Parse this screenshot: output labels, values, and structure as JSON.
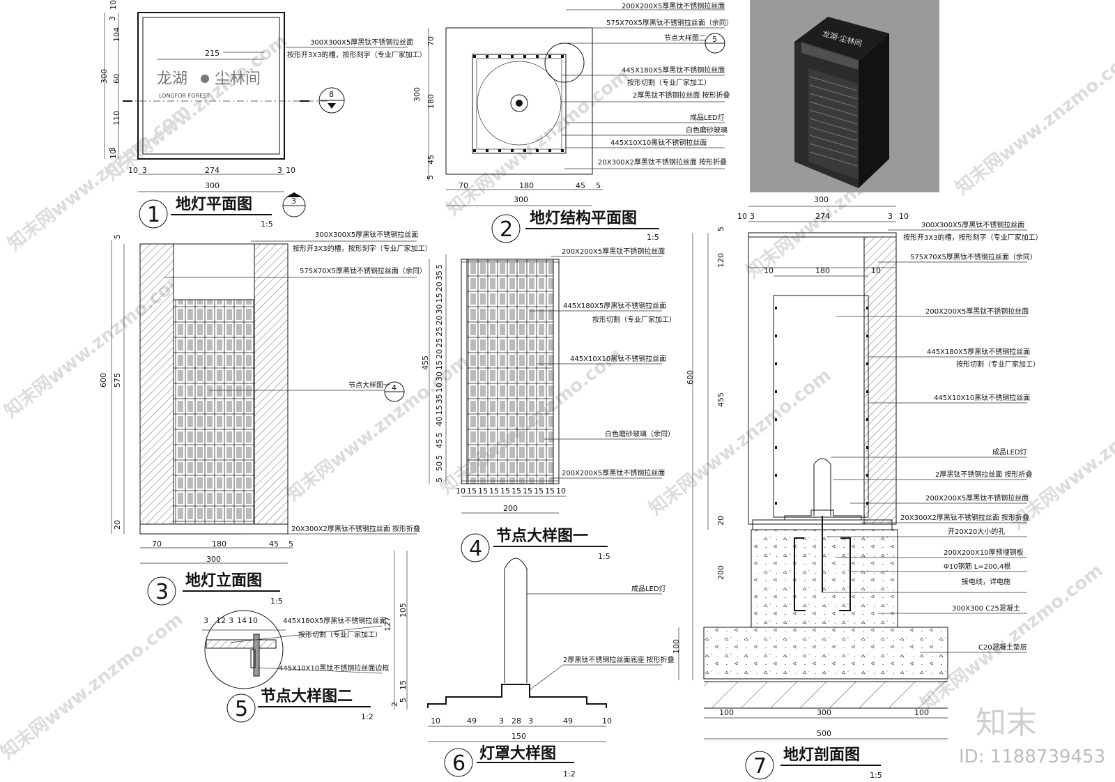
{
  "plan": {
    "dims": {
      "d10a": "10",
      "d3a": "3",
      "d104": "104",
      "d60": "60",
      "d110": "110",
      "d3b": "3",
      "d10b": "10",
      "d300v": "300",
      "d215": "215",
      "d274": "274",
      "d300h": "300",
      "d10l": "10",
      "d3l": "3",
      "d3r": "3",
      "d10r": "10"
    },
    "logo_cn_1": "龙湖",
    "logo_cn_2": "尘林间",
    "logo_en": "LONGFOR    FOREST",
    "note1": "300X300X5厚黑钛不锈钢拉丝面",
    "note2": "按形开3X3的槽，按形刻字（专业厂家加工）",
    "ref": "8",
    "title": "地灯平面图",
    "num": "1",
    "scale": "1:5",
    "ref3": "3"
  },
  "struct": {
    "dims": {
      "d70v": "70",
      "d180v": "180",
      "d45v": "45",
      "d5v": "5",
      "d300v": "300",
      "d70h": "70",
      "d180h": "180",
      "d45h": "45",
      "d5h": "5",
      "d300h": "300"
    },
    "notes": [
      "200X200X5厚黑钛不锈钢拉丝面",
      "575X70X5厚黑钛不锈钢拉丝面（余同）",
      "节点大样图二",
      "445X180X5厚黑钛不锈钢拉丝面",
      "按形切割（专业厂家加工）",
      "2厚黑钛不锈钢拉丝面 按形折叠",
      "成品LED灯",
      "白色磨砂玻璃",
      "445X10X10黑钛不锈钢拉丝面",
      "20X300X2厚黑钛不锈钢拉丝面 按形折叠"
    ],
    "ref": "5",
    "title": "地灯结构平面图",
    "num": "2",
    "scale": "1:5"
  },
  "elev": {
    "dims": {
      "d5": "5",
      "d600": "600",
      "d575": "575",
      "d20": "20",
      "d70": "70",
      "d180": "180",
      "d45": "45",
      "d5h": "5",
      "d300": "300"
    },
    "notes": [
      "300X300X5厚黑钛不锈钢拉丝面",
      "按形开3X3的槽，按形刻字（专业厂家加工）",
      "575X70X5厚黑钛不锈钢拉丝面（余同）",
      "节点大样图一",
      "20X300X2厚黑钛不锈钢拉丝面 按形折叠"
    ],
    "ref": "4",
    "title": "地灯立面图",
    "num": "3",
    "scale": "1:5"
  },
  "node1": {
    "vdims": [
      "5",
      "35",
      "20",
      "15",
      "30",
      "20",
      "25",
      "25",
      "20",
      "15",
      "30",
      "10",
      "35",
      "15",
      "40",
      "5",
      "45",
      "5",
      "50",
      "5"
    ],
    "d455": "455",
    "hdims": [
      "10",
      "15",
      "15",
      "15",
      "15",
      "15",
      "15",
      "15",
      "15",
      "10"
    ],
    "d200": "200",
    "notes": [
      "200X200X5厚黑钛不锈钢拉丝面",
      "445X180X5厚黑钛不锈钢拉丝面",
      "按形切割（专业厂家加工）",
      "445X10X10黑钛不锈钢拉丝面",
      "白色磨砂玻璃（余同）",
      "200X200X5厚黑钛不锈钢拉丝面"
    ],
    "title": "节点大样图一",
    "num": "4",
    "scale": "1:5"
  },
  "node2": {
    "dims": [
      "3",
      "12",
      "3",
      "14",
      "10"
    ],
    "notes": [
      "445X180X5厚黑钛不锈钢拉丝面",
      "按形切割（专业厂家加工）",
      "445X10X10黑钛不锈钢拉丝面边框"
    ],
    "title": "节点大样图二",
    "num": "5",
    "scale": "1:2"
  },
  "shade": {
    "vdims": {
      "d127": "127",
      "d105": "105",
      "d15": "15",
      "d5": "5",
      "d2": "2"
    },
    "hdims": [
      "10",
      "49",
      "3",
      "28",
      "3",
      "49",
      "10"
    ],
    "d150": "150",
    "notes": [
      "成品LED灯",
      "2厚黑钛不锈钢拉丝面底座 按形折叠"
    ],
    "title": "灯罩大样图",
    "num": "6",
    "scale": "1:2"
  },
  "section": {
    "top_dims": {
      "d300": "300",
      "d10l": "10",
      "d3l": "3",
      "d274": "274",
      "d3r": "3",
      "d10r": "10",
      "d10a": "10",
      "d180": "180",
      "d10b": "10"
    },
    "vdims": {
      "d5": "5",
      "d120": "120",
      "d600": "600",
      "d455": "455",
      "d20": "20",
      "d200": "200",
      "d100": "100"
    },
    "bdims": {
      "d100l": "100",
      "d300": "300",
      "d100r": "100",
      "d500": "500"
    },
    "notes": [
      "300X300X5厚黑钛不锈钢拉丝面",
      "按形开3X3的槽，按形刻字（专业厂家加工）",
      "575X70X5厚黑钛不锈钢拉丝面（余同）",
      "200X200X5厚黑钛不锈钢拉丝面",
      "445X180X5厚黑钛不锈钢拉丝面",
      "按形切割（专业厂家加工）",
      "445X10X10黑钛不锈钢拉丝面",
      "成品LED灯",
      "2厚黑钛不锈钢拉丝面 按形折叠",
      "200X200X5厚黑钛不锈钢拉丝面",
      "20X300X2厚黑钛不锈钢拉丝面 按形折叠",
      "开20X20大小的孔",
      "200X200X10厚预埋钢板",
      "Φ10钢筋 L=200,4根",
      "接电线，详电施",
      "300X300 C25混凝土",
      "C20混凝土垫层"
    ],
    "title": "地灯剖面图",
    "num": "7",
    "scale": "1:5"
  },
  "render3d": {
    "top_text": "龙湖·尘林间"
  },
  "brand": {
    "logo": "知末",
    "id": "ID: 1188739453"
  },
  "watermark": "知末网www.znzmo.com",
  "colors": {
    "ink": "#111111",
    "hatch": "#444444",
    "render_bg": "#9a9a9a"
  }
}
